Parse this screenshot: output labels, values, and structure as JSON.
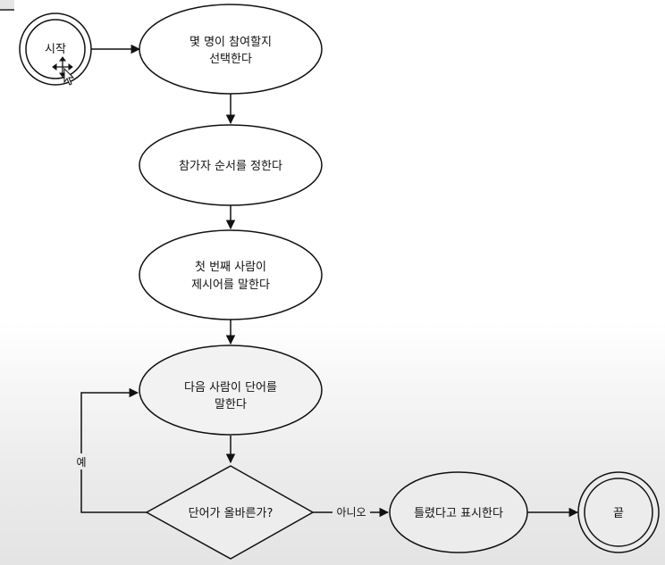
{
  "nodes": {
    "start": {
      "label": "시작"
    },
    "choose_count": {
      "line1": "몇 명이 참여할지",
      "line2": "선택한다"
    },
    "set_order": {
      "label": "참가자 순서를 정한다"
    },
    "first_person": {
      "line1": "첫 번째 사람이",
      "line2": "제시어를 말한다"
    },
    "next_person": {
      "line1": "다음 사람이 단어를",
      "line2": "말한다"
    },
    "decision": {
      "label": "단어가 올바른가?"
    },
    "mark_wrong": {
      "label": "틀렸다고 표시한다"
    },
    "end": {
      "label": "끝"
    }
  },
  "edges": {
    "yes_label": "예",
    "no_label": "아니오"
  }
}
